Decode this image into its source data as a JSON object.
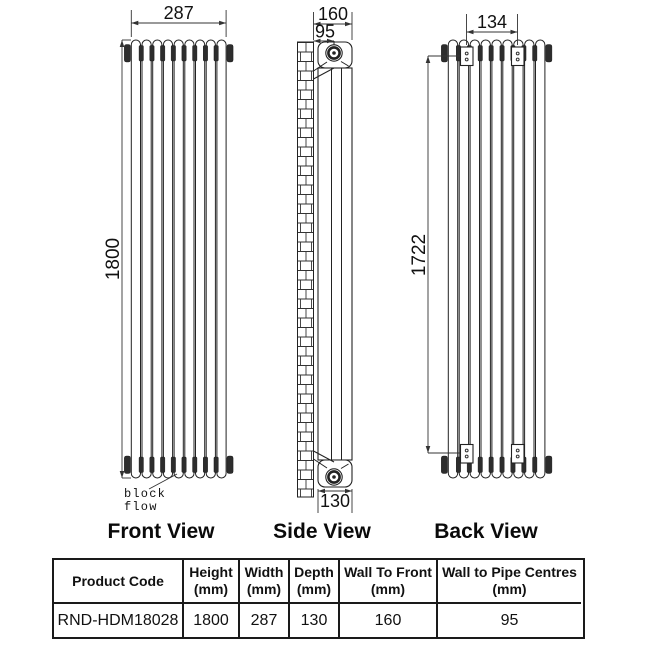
{
  "radiator": {
    "columns": 9
  },
  "colors": {
    "line": "#222222",
    "dark_fill": "#2d2d2d",
    "background": "#ffffff",
    "text": "#111111"
  },
  "front_view": {
    "label": "Front View",
    "width_dim": "287",
    "height_dim": "1800",
    "note_line1": "block",
    "note_line2": "flow"
  },
  "side_view": {
    "label": "Side View",
    "wall_to_front_dim": "160",
    "wall_to_pipe_dim": "95",
    "depth_dim": "130"
  },
  "back_view": {
    "label": "Back View",
    "bracket_centres_dim": "134",
    "vertical_centres_dim": "1722"
  },
  "table": {
    "headers": [
      {
        "title": "Product Code",
        "unit": ""
      },
      {
        "title": "Height",
        "unit": "(mm)"
      },
      {
        "title": "Width",
        "unit": "(mm)"
      },
      {
        "title": "Depth",
        "unit": "(mm)"
      },
      {
        "title": "Wall To Front",
        "unit": "(mm)"
      },
      {
        "title": "Wall to Pipe Centres",
        "unit": "(mm)"
      }
    ],
    "row": {
      "product_code": "RND-HDM18028",
      "height": "1800",
      "width": "287",
      "depth": "130",
      "wall_to_front": "160",
      "wall_to_pipe_centres": "95"
    }
  }
}
